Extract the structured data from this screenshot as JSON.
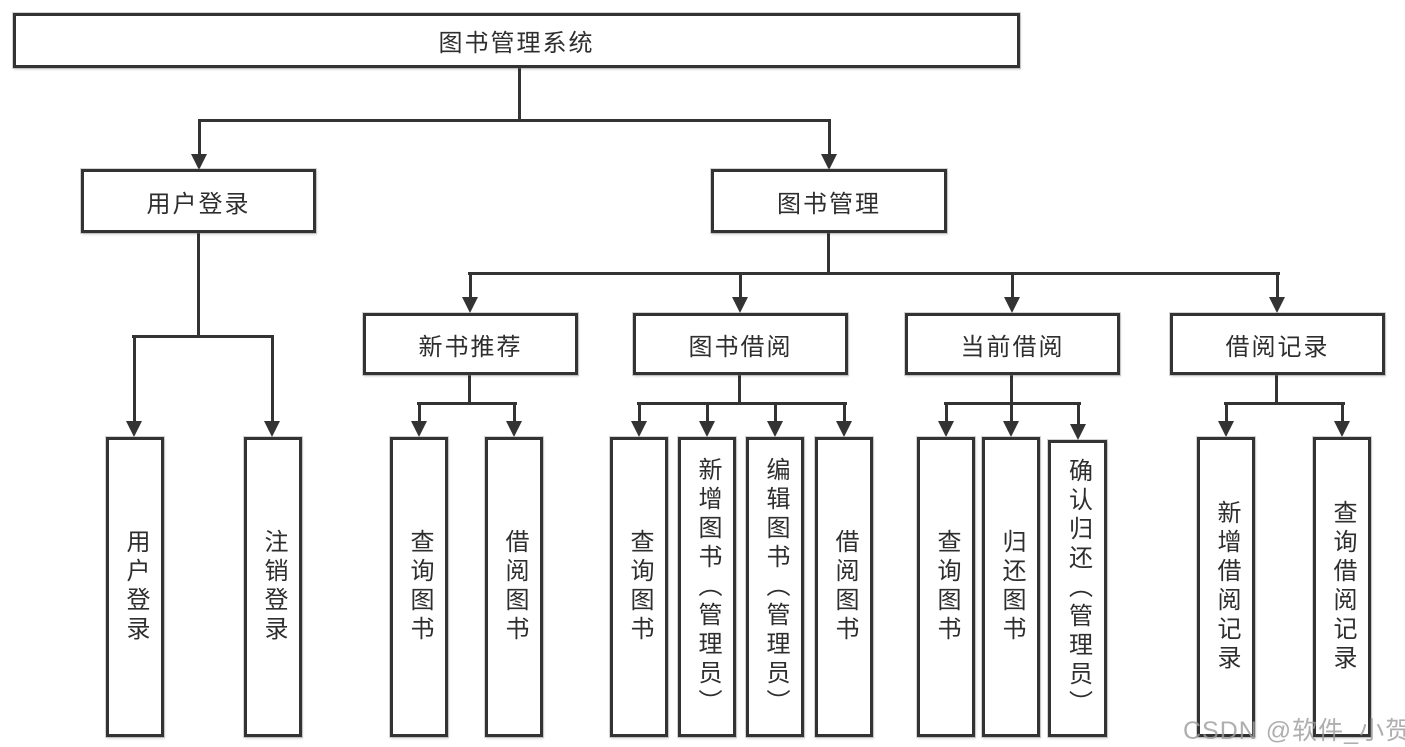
{
  "diagram": {
    "type": "hierarchy-tree",
    "title": "图书管理系统",
    "colors": {
      "line": "#333333",
      "box_border": "#333333",
      "box_fill": "#ffffff",
      "text": "#2e2e2e",
      "background": "#ffffff",
      "watermark": "#9e9e9e"
    },
    "nodes": {
      "root": "图书管理系统",
      "user_login": "用户登录",
      "book_management": "图书管理",
      "new_book_recommend": "新书推荐",
      "book_borrowing": "图书借阅",
      "current_borrowing": "当前借阅",
      "borrowing_records": "借阅记录",
      "ul_user_login": "用户登录",
      "ul_logout": "注销登录",
      "nr_query_books": "查询图书",
      "nr_borrow_books": "借阅图书",
      "bb_query_books": "查询图书",
      "bb_add_books": "新增图书（管理员）",
      "bb_edit_books": "编辑图书（管理员）",
      "bb_borrow_books": "借阅图书",
      "cb_query_books": "查询图书",
      "cb_return_books": "归还图书",
      "cb_confirm_return": "确认归还（管理员）",
      "br_add_record": "新增借阅记录",
      "br_query_record": "查询借阅记录"
    },
    "edges": [
      [
        "root",
        "user_login"
      ],
      [
        "root",
        "book_management"
      ],
      [
        "user_login",
        "ul_user_login"
      ],
      [
        "user_login",
        "ul_logout"
      ],
      [
        "book_management",
        "new_book_recommend"
      ],
      [
        "book_management",
        "book_borrowing"
      ],
      [
        "book_management",
        "current_borrowing"
      ],
      [
        "book_management",
        "borrowing_records"
      ],
      [
        "new_book_recommend",
        "nr_query_books"
      ],
      [
        "new_book_recommend",
        "nr_borrow_books"
      ],
      [
        "book_borrowing",
        "bb_query_books"
      ],
      [
        "book_borrowing",
        "bb_add_books"
      ],
      [
        "book_borrowing",
        "bb_edit_books"
      ],
      [
        "book_borrowing",
        "bb_borrow_books"
      ],
      [
        "current_borrowing",
        "cb_query_books"
      ],
      [
        "current_borrowing",
        "cb_return_books"
      ],
      [
        "current_borrowing",
        "cb_confirm_return"
      ],
      [
        "borrowing_records",
        "br_add_record"
      ],
      [
        "borrowing_records",
        "br_query_record"
      ]
    ],
    "watermark": "CSDN @软件_小贺同学"
  }
}
